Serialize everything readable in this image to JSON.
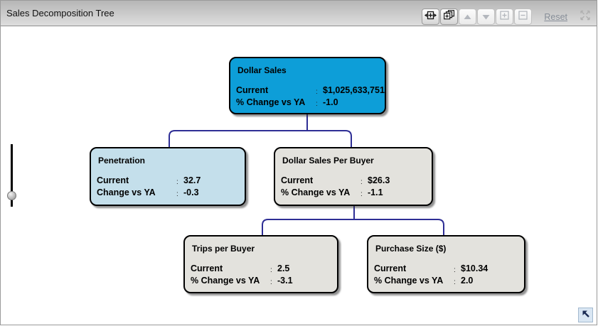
{
  "header": {
    "title": "Sales Decomposition Tree",
    "toolbar": {
      "buttons": [
        {
          "icon": "expand-horizontal-icon",
          "enabled": true
        },
        {
          "icon": "cascade-windows-icon",
          "enabled": true
        },
        {
          "icon": "triangle-up-icon",
          "enabled": false
        },
        {
          "icon": "triangle-down-icon",
          "enabled": false
        },
        {
          "icon": "plus-box-icon",
          "enabled": false
        },
        {
          "icon": "minus-box-icon",
          "enabled": false
        }
      ],
      "reset_label": "Reset",
      "collapse_icon": "collapse-arrows-icon"
    }
  },
  "tree": {
    "connector_color": "#2e2e95",
    "nodes": [
      {
        "id": "dollar-sales",
        "title": "Dollar Sales",
        "color": "#0d9ed8",
        "rows": [
          {
            "label": "Current",
            "value": "$1,025,633,751"
          },
          {
            "label": "% Change vs YA",
            "value": "-1.0"
          }
        ]
      },
      {
        "id": "penetration",
        "title": "Penetration",
        "color": "#c4dfeb",
        "rows": [
          {
            "label": "Current",
            "value": "32.7"
          },
          {
            "label": "Change vs YA",
            "value": "-0.3"
          }
        ]
      },
      {
        "id": "dollar-sales-per-buyer",
        "title": "Dollar Sales Per Buyer",
        "color": "#e3e2dd",
        "rows": [
          {
            "label": "Current",
            "value": "$26.3"
          },
          {
            "label": "% Change vs YA",
            "value": "-1.1"
          }
        ]
      },
      {
        "id": "trips-per-buyer",
        "title": "Trips per Buyer",
        "color": "#e3e2dd",
        "rows": [
          {
            "label": "Current",
            "value": "2.5"
          },
          {
            "label": "% Change vs YA",
            "value": "-3.1"
          }
        ]
      },
      {
        "id": "purchase-size",
        "title": "Purchase Size ($)",
        "color": "#e3e2dd",
        "rows": [
          {
            "label": "Current",
            "value": "$10.34"
          },
          {
            "label": "% Change vs YA",
            "value": "2.0"
          }
        ]
      }
    ]
  },
  "slider": {
    "orientation": "vertical",
    "handle_icon": "slider-handle"
  },
  "corner_button": {
    "icon": "arrow-up-left-icon"
  }
}
